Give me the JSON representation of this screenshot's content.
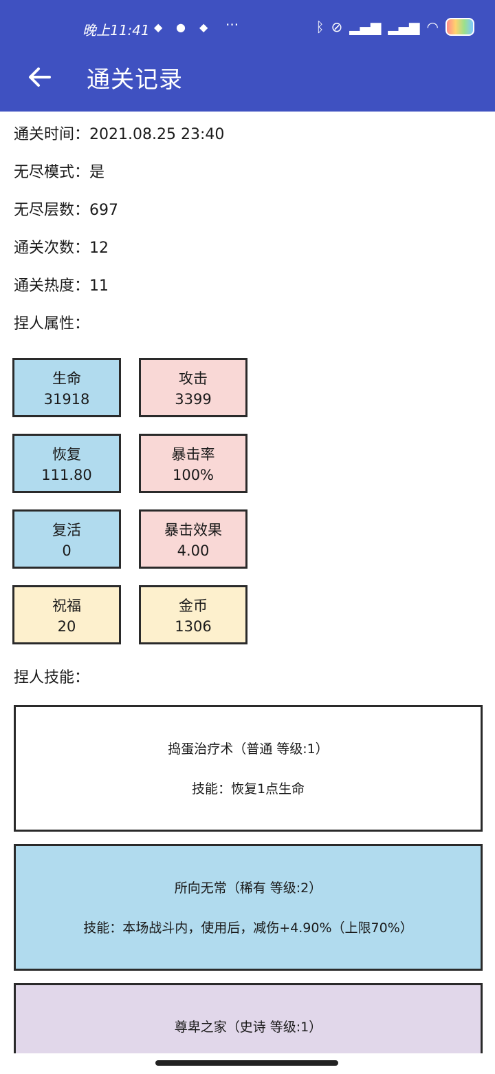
{
  "status": {
    "time": "晚上11:41",
    "more": "···"
  },
  "header": {
    "title": "通关记录"
  },
  "info": [
    {
      "label": "通关时间：",
      "value": "2021.08.25 23:40"
    },
    {
      "label": "无尽模式：",
      "value": "是"
    },
    {
      "label": "无尽层数：",
      "value": "697"
    },
    {
      "label": "通关次数：",
      "value": "12"
    },
    {
      "label": "通关热度：",
      "value": "11"
    }
  ],
  "attr_title": "捏人属性：",
  "attrs": [
    {
      "name": "生命",
      "value": "31918",
      "color": "#b1dbee"
    },
    {
      "name": "攻击",
      "value": "3399",
      "color": "#f9d8d6"
    },
    {
      "name": "恢复",
      "value": "111.80",
      "color": "#b1dbee"
    },
    {
      "name": "暴击率",
      "value": "100%",
      "color": "#f9d8d6"
    },
    {
      "name": "复活",
      "value": "0",
      "color": "#b1dbee"
    },
    {
      "name": "暴击效果",
      "value": "4.00",
      "color": "#f9d8d6"
    },
    {
      "name": "祝福",
      "value": "20",
      "color": "#fdf0cd"
    },
    {
      "name": "金币",
      "value": "1306",
      "color": "#fdf0cd"
    }
  ],
  "skill_title": "捏人技能：",
  "skills": [
    {
      "name": "捣蛋治疗术（普通 等级:1）",
      "desc": "技能：恢复1点生命",
      "color": "#ffffff"
    },
    {
      "name": "所向无常（稀有 等级:2）",
      "desc": "技能：本场战斗内，使用后，减伤+4.90%（上限70%）",
      "color": "#b1dbee"
    },
    {
      "name": "尊卑之家（史诗 等级:1）",
      "desc": "",
      "color": "#e1d7ea"
    }
  ]
}
